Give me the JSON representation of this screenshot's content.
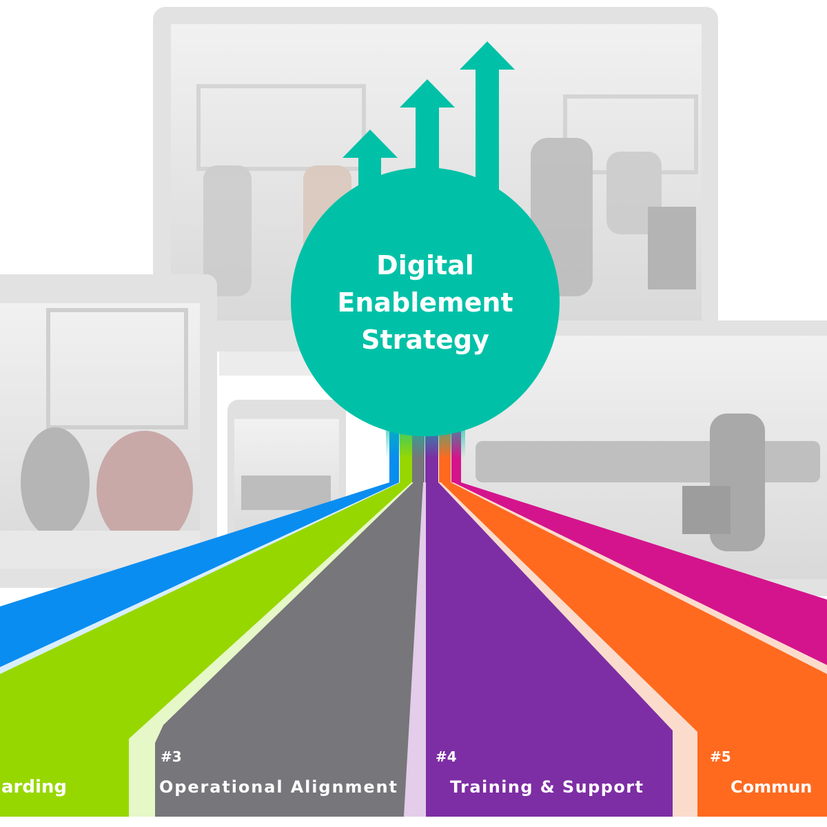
{
  "center": {
    "lines": [
      "Digital",
      "Enablement",
      "Strategy"
    ],
    "color": "#00c1a7"
  },
  "pillars": [
    {
      "number": "",
      "label": "arding",
      "color": "#97d700",
      "gap_color": "#e6f7c8"
    },
    {
      "number": "#3",
      "label": "Operational Alignment",
      "color": "#77767a",
      "gap_color": "#ece8f0"
    },
    {
      "number": "#4",
      "label": "Training & Support",
      "color": "#7d2ea4",
      "gap_color": "#e3cdea"
    },
    {
      "number": "#5",
      "label": "Commun",
      "color": "#ff6a1f",
      "gap_color": "#fbdccc"
    }
  ],
  "streams": {
    "blue": "#0a8df0",
    "green": "#97d700",
    "gray": "#77767a",
    "purple": "#7d2ea4",
    "orange": "#ff6a1f",
    "magenta": "#d4148c"
  },
  "devices": [
    "monitor",
    "tablet",
    "phone",
    "laptop"
  ],
  "icons": [
    "arrow-up-icon",
    "arrow-up-icon",
    "arrow-up-icon"
  ]
}
